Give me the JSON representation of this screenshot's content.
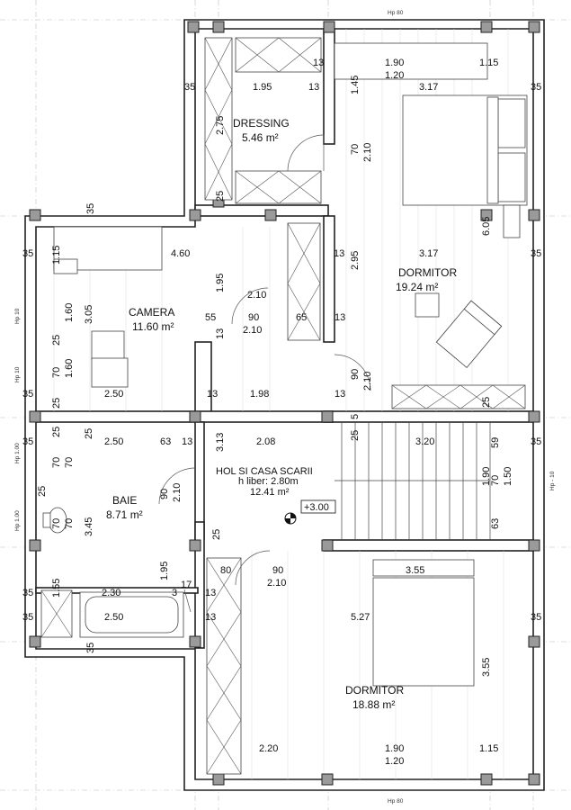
{
  "axis_labels": {
    "top": "Hp 80",
    "bottom": "Hp 80",
    "left": [
      "Hp 10",
      "Hp 10",
      "Hp 1.00",
      "Hp 1.00"
    ],
    "right": "Hp - 10"
  },
  "rooms": {
    "dressing": {
      "name": "DRESSING",
      "area": "5.46 m²"
    },
    "dormitor_top": {
      "name": "DORMITOR",
      "area": "19.24 m²"
    },
    "camera": {
      "name": "CAMERA",
      "area": "11.60 m²"
    },
    "hol": {
      "name": "HOL SI CASA SCARII",
      "height": "h liber: 2.80m",
      "area": "12.41 m²"
    },
    "baie": {
      "name": "BAIE",
      "area": "8.71 m²"
    },
    "dormitor_bottom": {
      "name": "DORMITOR",
      "area": "18.88 m²"
    }
  },
  "level_mark": "+3.00",
  "dims": {
    "top_1": "1.90",
    "top_2": "1.15",
    "top_3": "1.20",
    "d_35_a": "35",
    "d_195_a": "1.95",
    "d_13_a": "13",
    "d_13_b": "13",
    "d_145": "1.45",
    "d_317_a": "3.17",
    "d_35_b": "35",
    "d_275": "2.75",
    "d_25_a": "25",
    "d_70_a": "70",
    "d_210_a": "2.10",
    "d_605": "6.05",
    "d_35_c": "35",
    "d_115": "1.15",
    "d_460": "4.60",
    "d_13_c": "13",
    "d_295": "2.95",
    "d_317_b": "3.17",
    "d_35_d": "35",
    "d_195_b": "1.95",
    "d_210_b": "2.10",
    "d_160_a": "1.60",
    "d_305": "3.05",
    "d_55": "55",
    "d_90_a": "90",
    "d_65": "65",
    "d_13_d": "13",
    "d_13_e": "13",
    "d_210_c": "2.10",
    "d_25_b": "25",
    "d_70_b": "70",
    "d_160_b": "1.60",
    "d_90_b": "90",
    "d_210_d": "2.10",
    "d_35_e": "35",
    "d_25_c": "25",
    "d_250_a": "2.50",
    "d_13_f": "13",
    "d_198": "1.98",
    "d_13_g": "13",
    "d_25_d": "25",
    "d_35_f": "35",
    "d_25_e": "25",
    "d_25_f": "25",
    "d_250_b": "2.50",
    "d_63_a": "63",
    "d_13_h": "13",
    "d_313": "3.13",
    "d_208": "2.08",
    "d_25_g": "25",
    "d_5": "5",
    "d_320": "3.20",
    "d_59": "59",
    "d_35_g": "35",
    "d_70_c": "70",
    "d_70_d": "70",
    "d_190": "1.90",
    "d_70_e": "70",
    "d_150": "1.50",
    "d_25_h": "25",
    "d_90_c": "90",
    "d_210_e": "2.10",
    "d_70_f": "70",
    "d_70_g": "70",
    "d_345": "3.45",
    "d_25_i": "25",
    "d_63_b": "63",
    "d_80": "80",
    "d_90_d": "90",
    "d_210_f": "2.10",
    "d_195_c": "1.95",
    "d_355_a": "3.55",
    "d_35_h": "35",
    "d_155": "1.55",
    "d_230": "2.30",
    "d_3": "3",
    "d_17": "17",
    "d_13_i": "13",
    "d_35_i": "35",
    "d_250_c": "2.50",
    "d_13_j": "13",
    "d_527": "5.27",
    "d_35_j": "35",
    "d_35_k": "35",
    "d_355_b": "3.55",
    "b_220": "2.20",
    "b_190": "1.90",
    "b_115": "1.15",
    "b_120": "1.20"
  }
}
